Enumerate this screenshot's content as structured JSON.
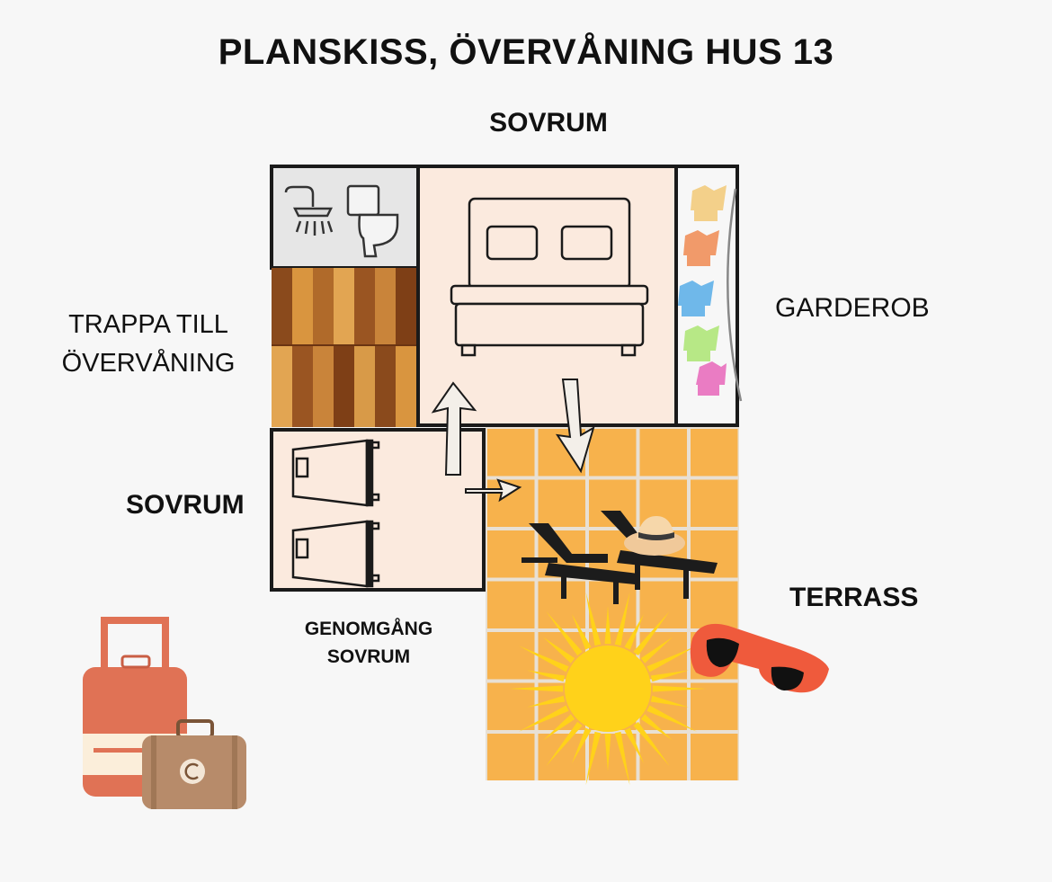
{
  "title": "PLANSKISS, ÖVERVÅNING HUS 13",
  "rooms": {
    "top_bedroom": "SOVRUM",
    "stairs_line1": "TRAPPA TILL",
    "stairs_line2": "ÖVERVÅNING",
    "wardrobe": "GARDEROB",
    "left_bedroom": "SOVRUM",
    "terrace": "TERRASS",
    "walkthrough_line1": "GENOMGÅNG",
    "walkthrough_line2": "SOVRUM"
  },
  "colors": {
    "room_fill": "#fbeade",
    "bathroom_fill": "#e6e6e6",
    "wall": "#1a1a1a",
    "terrace_tile": "#f7b24c",
    "terrace_grout": "#e8e0d4",
    "wood_dark": "#8a4a1c",
    "wood_light": "#d9953f",
    "sun": "#ffd21a",
    "suitcase_large": "#e07255",
    "suitcase_small": "#b78b6a",
    "sunglasses": "#ef5a3c"
  },
  "icons": [
    "shower-icon",
    "toilet-icon",
    "double-bed-icon",
    "clothes-rack-icon",
    "single-bed-icon",
    "arrow-icon",
    "sun-lounger-icon",
    "sun-hat-icon",
    "sun-icon",
    "sunglasses-icon",
    "suitcase-icon"
  ]
}
